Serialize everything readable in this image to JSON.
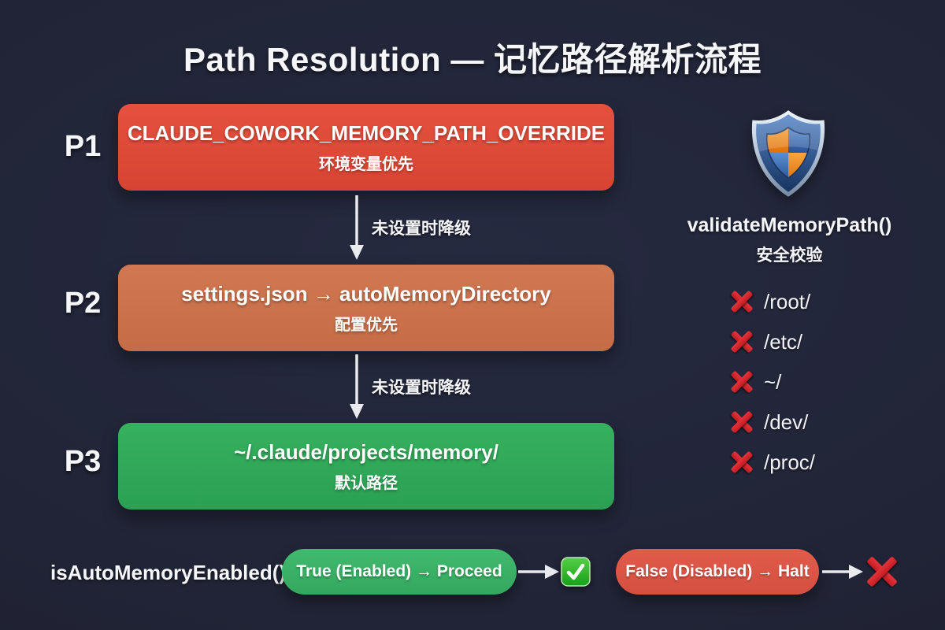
{
  "title": "Path Resolution — 记忆路径解析流程",
  "flow": {
    "stages": [
      {
        "label": "P1",
        "line1": "CLAUDE_COWORK_MEMORY_PATH_OVERRIDE",
        "line2": "环境变量优先",
        "color": "#dd4a38"
      },
      {
        "label": "P2",
        "line1": "settings.json → autoMemoryDirectory",
        "line2": "配置优先",
        "color": "#cc7350"
      },
      {
        "label": "P3",
        "line1": "~/.claude/projects/memory/",
        "line2": "默认路径",
        "color": "#31aa59"
      }
    ],
    "fallback_arrows": [
      {
        "label": "未设置时降级"
      },
      {
        "label": "未设置时降级"
      }
    ]
  },
  "validator": {
    "icon": "security-shield-icon",
    "function_name": "validateMemoryPath()",
    "subtitle": "安全校验",
    "blocked_paths": [
      "/root/",
      "/etc/",
      "~/",
      "/dev/",
      "/proc/"
    ]
  },
  "gate": {
    "function_name": "isAutoMemoryEnabled()",
    "true_branch": {
      "label": "True (Enabled) → Proceed",
      "color": "#3bb36a",
      "result_icon": "check-mark-icon"
    },
    "false_branch": {
      "label": "False (Disabled) → Halt",
      "color": "#df5848",
      "result_icon": "cross-mark-icon"
    }
  },
  "colors": {
    "background": "#212436",
    "cross_red": "#d8232a",
    "check_green": "#2eb52c",
    "arrow": "#e8eaee",
    "text": "#f5f6f8"
  }
}
